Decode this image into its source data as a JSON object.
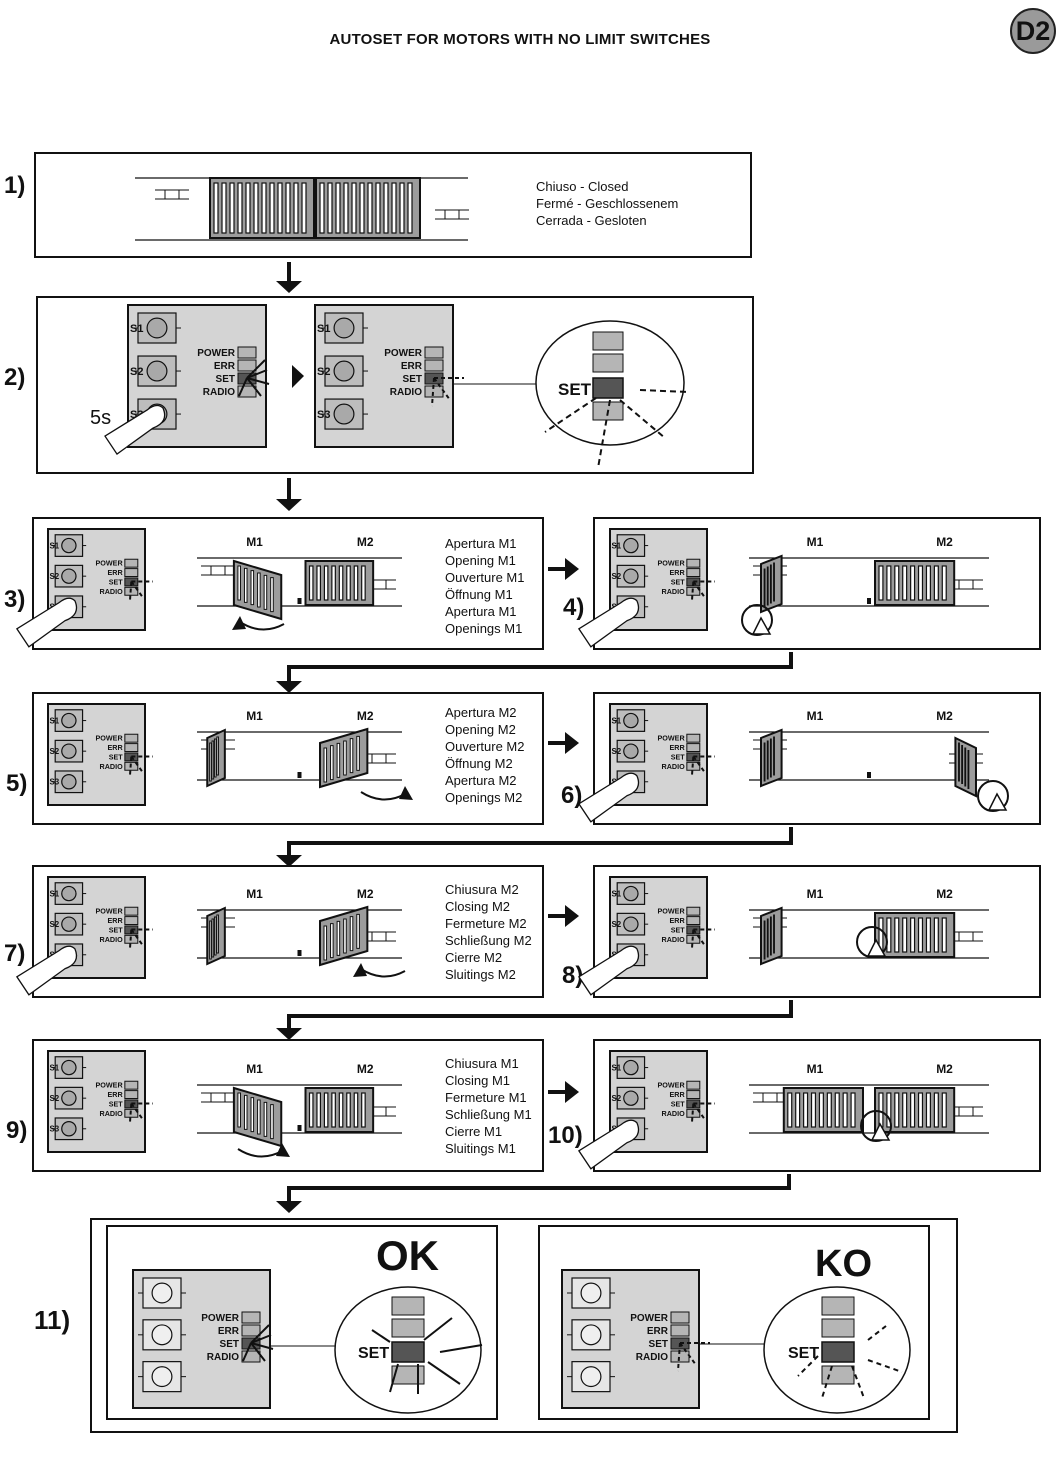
{
  "header": {
    "title": "AUTOSET FOR MOTORS WITH NO LIMIT SWITCHES",
    "badge": "D2"
  },
  "board": {
    "s1": "S1",
    "s2": "S2",
    "s3": "S3",
    "power": "POWER",
    "err": "ERR",
    "set": "SET",
    "radio": "RADIO",
    "press_time": "5s"
  },
  "motors": {
    "m1": "M1",
    "m2": "M2"
  },
  "steps": [
    {
      "num": "1)",
      "caption": [
        "Chiuso - Closed",
        "Fermé - Geschlossenem",
        "Cerrada - Gesloten"
      ]
    },
    {
      "num": "2)"
    },
    {
      "num": "3)",
      "caption": [
        "Apertura M1",
        "Opening M1",
        "Ouverture M1",
        "Öffnung M1",
        "Apertura M1",
        "Openings M1"
      ]
    },
    {
      "num": "4)"
    },
    {
      "num": "5)",
      "caption": [
        "Apertura M2",
        "Opening M2",
        "Ouverture M2",
        "Öffnung M2",
        "Apertura M2",
        "Openings M2"
      ]
    },
    {
      "num": "6)"
    },
    {
      "num": "7)",
      "caption": [
        "Chiusura M2",
        "Closing M2",
        "Fermeture M2",
        "Schließung M2",
        "Cierre M2",
        "Sluitings M2"
      ]
    },
    {
      "num": "8)"
    },
    {
      "num": "9)",
      "caption": [
        "Chiusura M1",
        "Closing M1",
        "Fermeture M1",
        "Schließung M1",
        "Cierre M1",
        "Sluitings M1"
      ]
    },
    {
      "num": "10)"
    },
    {
      "num": "11)"
    }
  ],
  "result": {
    "ok": "OK",
    "ko": "KO"
  }
}
